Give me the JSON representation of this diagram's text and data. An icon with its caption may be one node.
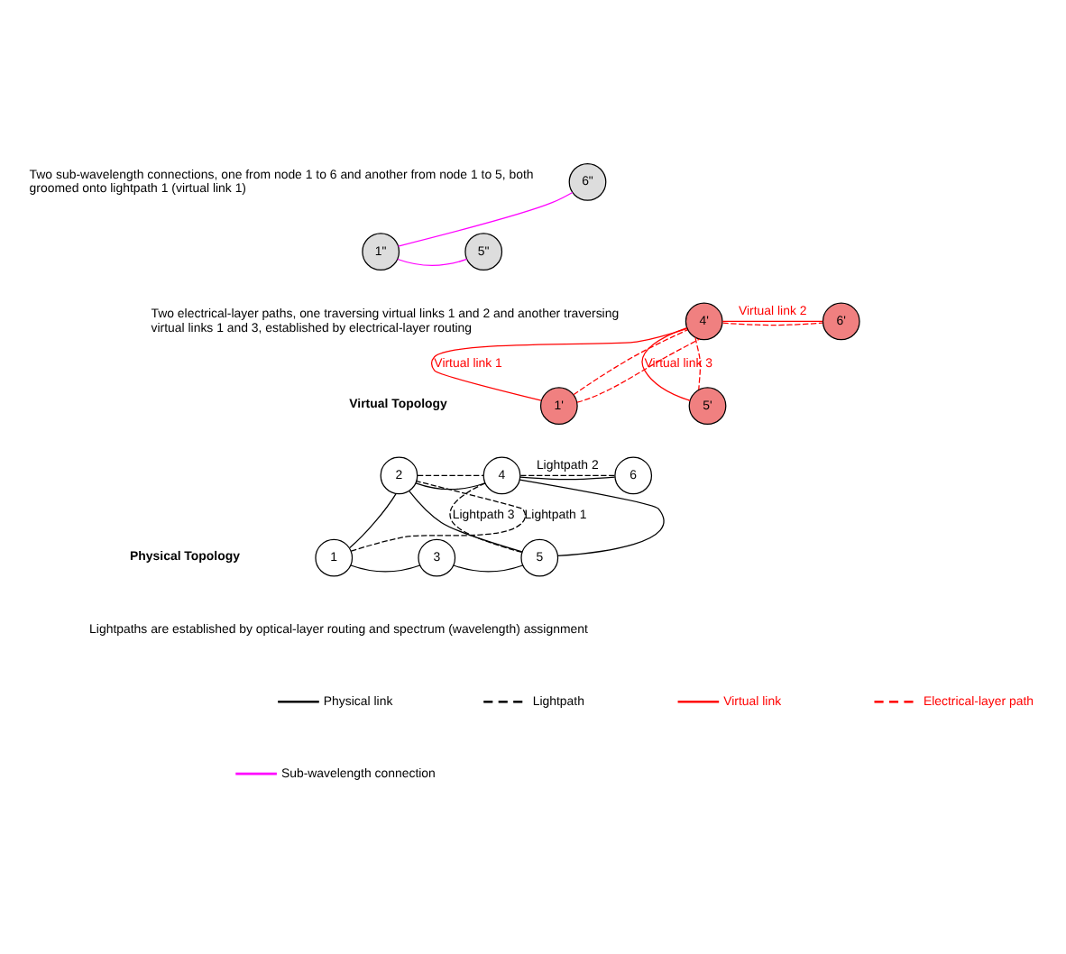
{
  "diagram": {
    "nodes": [
      {
        "text": [
          "1\""
        ]
      },
      {
        "text": [
          "5\""
        ]
      },
      {
        "text": [
          "6\""
        ]
      },
      {
        "text": [
          "1'"
        ]
      },
      {
        "text": [
          "4'"
        ]
      },
      {
        "text": [
          "5'"
        ]
      },
      {
        "text": [
          "6'"
        ]
      },
      {
        "text": [
          "1"
        ]
      },
      {
        "text": [
          "2"
        ]
      },
      {
        "text": [
          "3"
        ]
      },
      {
        "text": [
          "4"
        ]
      },
      {
        "text": [
          "5"
        ]
      },
      {
        "text": [
          "6"
        ]
      }
    ],
    "edges": [
      {
        "from": 0,
        "to": 2,
        "arrow": "none",
        "color": "#ff00ff"
      },
      {
        "from": 0,
        "to": 1,
        "arrow": "none",
        "color": "#ff00ff"
      },
      {
        "from": 3,
        "to": 4,
        "arrow": "none",
        "label": "Virtual link 1",
        "color": "#ff0000"
      },
      {
        "from": 4,
        "to": 6,
        "arrow": "none",
        "label": "Virtual link 2",
        "color": "#ff0000"
      },
      {
        "from": 4,
        "to": 5,
        "arrow": "none",
        "label": "Virtual link 3",
        "color": "#ff0000"
      },
      {
        "from": 3,
        "to": 4,
        "arrow": "none",
        "style": "dashed",
        "color": "#ff0000"
      },
      {
        "from": 3,
        "to": 4,
        "arrow": "none",
        "style": "dashed",
        "color": "#ff0000"
      },
      {
        "from": 4,
        "to": 6,
        "arrow": "none",
        "style": "dashed",
        "color": "#ff0000"
      },
      {
        "from": 4,
        "to": 5,
        "arrow": "none",
        "style": "dashed",
        "color": "#ff0000"
      },
      {
        "from": 7,
        "to": 8,
        "arrow": "none"
      },
      {
        "from": 7,
        "to": 9,
        "arrow": "none"
      },
      {
        "from": 8,
        "to": 10,
        "arrow": "none"
      },
      {
        "from": 8,
        "to": 11,
        "arrow": "none"
      },
      {
        "from": 9,
        "to": 11,
        "arrow": "none"
      },
      {
        "from": 10,
        "to": 11,
        "arrow": "none"
      },
      {
        "from": 10,
        "to": 12,
        "arrow": "none"
      },
      {
        "from": 7,
        "to": 8,
        "arrow": "none",
        "label": "Lightpath 1",
        "style": "dashed"
      },
      {
        "from": 8,
        "to": 10,
        "arrow": "none",
        "style": "dashed"
      },
      {
        "from": 10,
        "to": 12,
        "arrow": "none",
        "label": "Lightpath 2",
        "style": "dashed"
      },
      {
        "from": 10,
        "to": 11,
        "arrow": "none",
        "label": "Lightpath 3",
        "style": "dashed"
      }
    ],
    "labels": [
      "Two sub-wavelength connections, one from node 1 to 6 and another from node 1 to 5, both groomed onto lightpath 1 (virtual link 1)",
      "Two electrical-layer paths, one traversing virtual links 1 and 2 and another traversing virtual links 1 and 3, established by electrical-layer routing",
      "Virtual Topology",
      "Physical Topology",
      "Lightpaths are established by optical-layer routing and spectrum (wavelength) assignment"
    ],
    "legend": [
      {
        "text": "Physical link"
      },
      {
        "text": "Lightpath"
      },
      {
        "text": "Virtual link"
      },
      {
        "text": "Electrical-layer path"
      },
      {
        "text": "Sub-wavelength connection"
      }
    ]
  }
}
